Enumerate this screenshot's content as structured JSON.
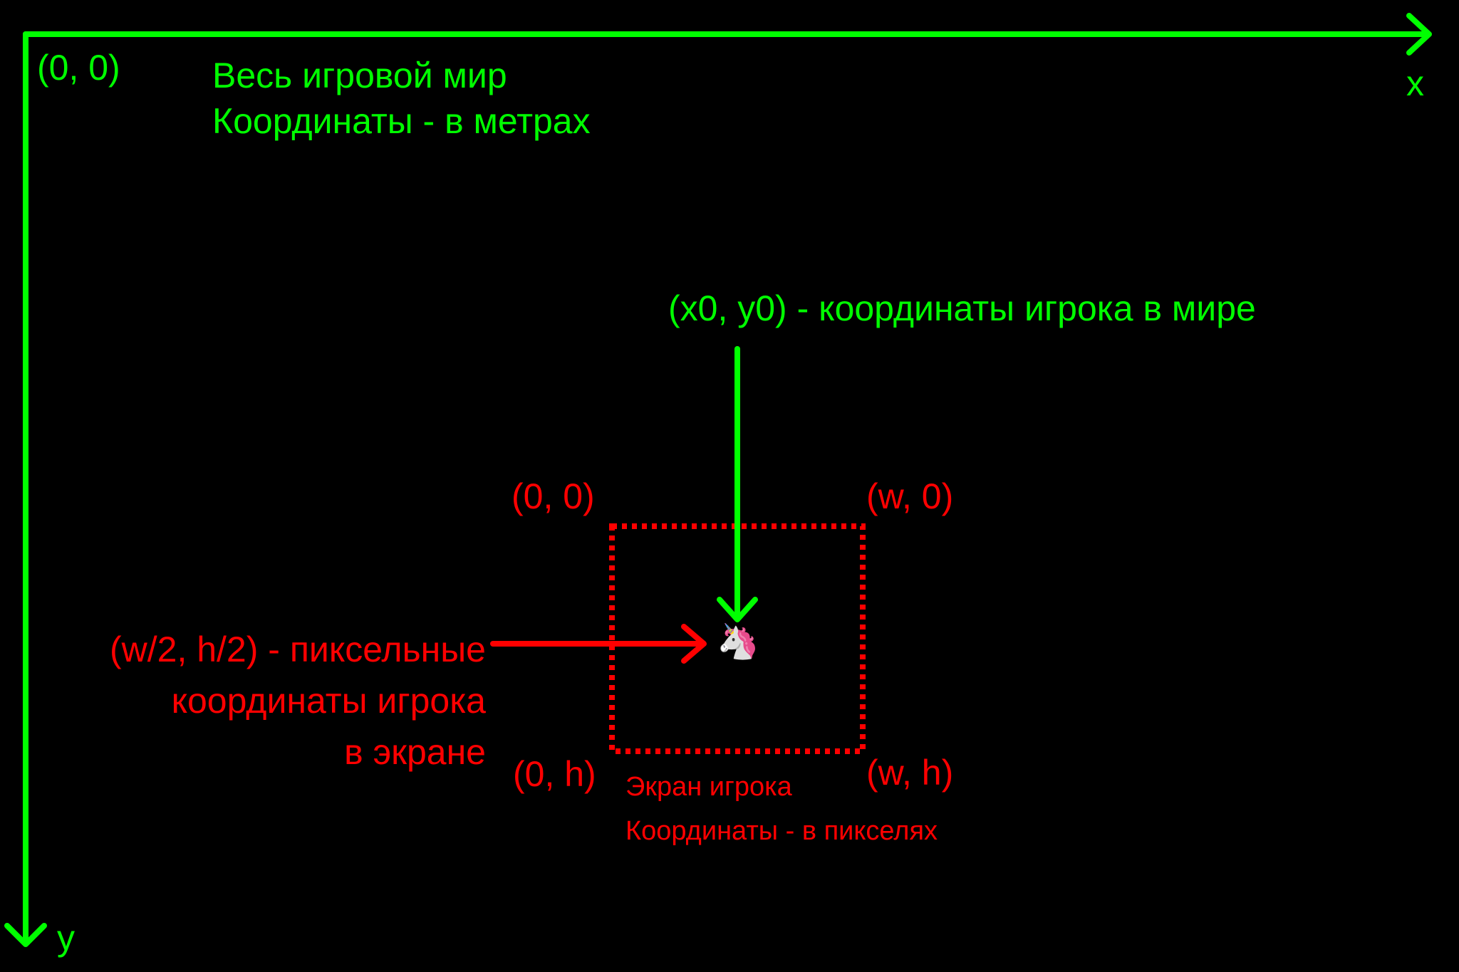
{
  "world": {
    "origin_label": "(0, 0)",
    "title_line1": "Весь игровой мир",
    "title_line2": "Координаты - в метрах",
    "x_axis_label": "x",
    "y_axis_label": "y",
    "player_world_label": "(x0, y0) - координаты игрока в мире",
    "color": "#00ff00"
  },
  "screen": {
    "corner_top_left": "(0, 0)",
    "corner_top_right": "(w, 0)",
    "corner_bottom_left": "(0, h)",
    "corner_bottom_right": "(w, h)",
    "title_line1": "Экран игрока",
    "title_line2": "Координаты - в пикселях",
    "player_pixel_line1": "(w/2, h/2) - пиксельные",
    "player_pixel_line2": "координаты игрока",
    "player_pixel_line3": "в экране",
    "color": "#ff0000"
  },
  "player": {
    "icon": "unicorn-icon",
    "glyph": "🦄"
  }
}
